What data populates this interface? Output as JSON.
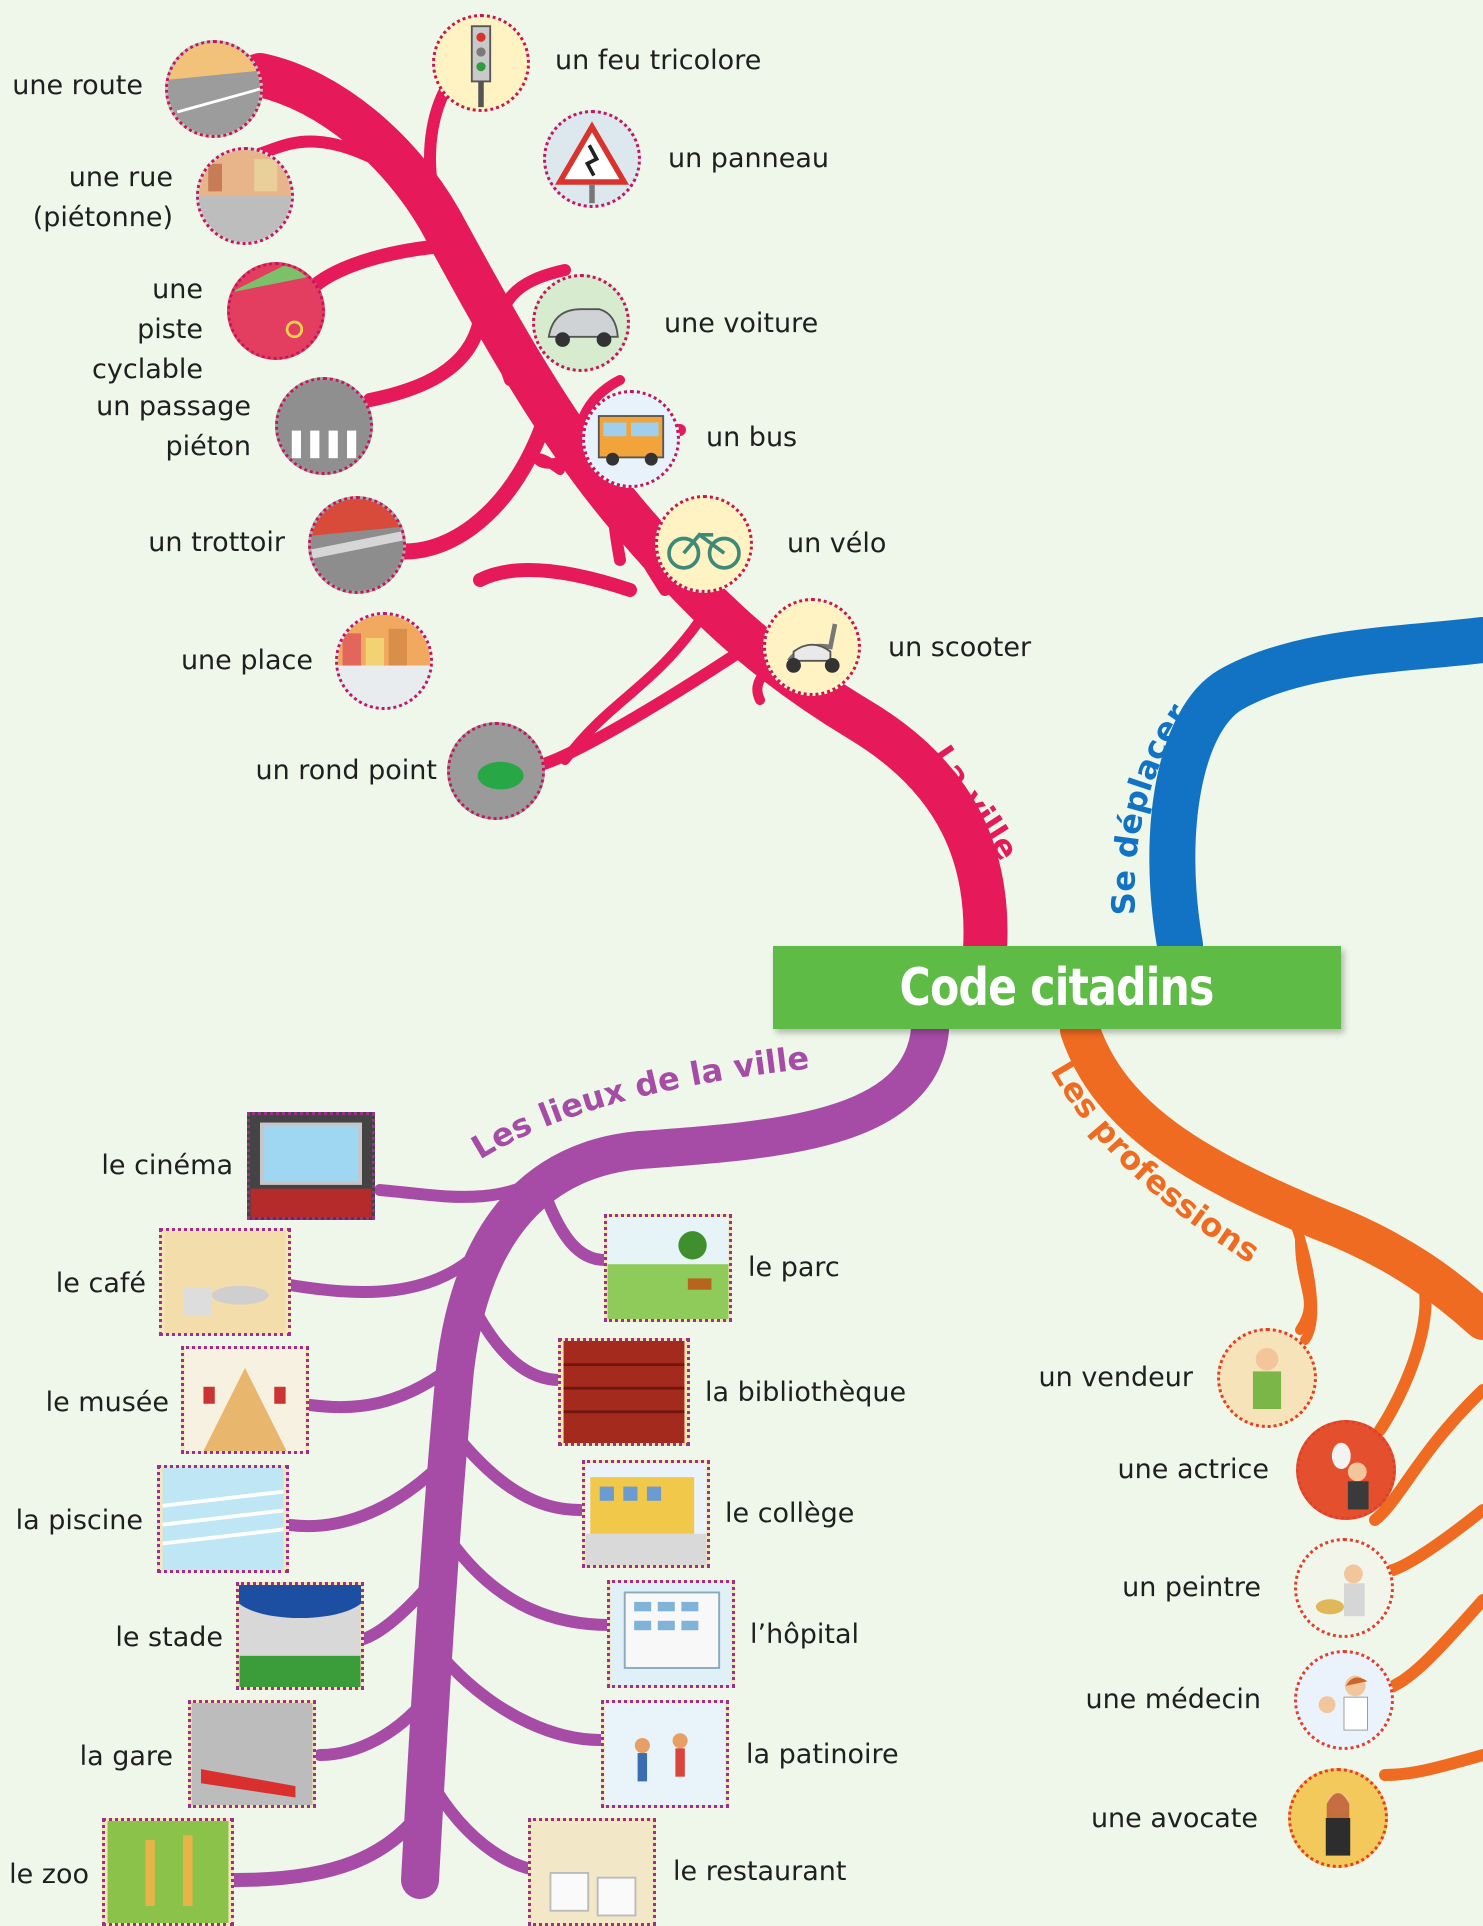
{
  "center_title": "Code citadins",
  "branches": {
    "ville": {
      "title": "La ville",
      "color": "#e6195b"
    },
    "deplacer": {
      "title": "Se déplacer",
      "color": "#1273c4"
    },
    "professions": {
      "title": "Les professions",
      "color": "#f06b22"
    },
    "lieux": {
      "title": "Les lieux de la ville",
      "color": "#a64ca6"
    }
  },
  "ville_left": [
    {
      "label": "une route",
      "icon": "road-icon"
    },
    {
      "label": "une rue (piétonne)",
      "icon": "pedestrian-street-icon"
    },
    {
      "label": "une piste cyclable",
      "icon": "bike-lane-icon"
    },
    {
      "label": "un passage piéton",
      "icon": "crosswalk-icon"
    },
    {
      "label": "un trottoir",
      "icon": "sidewalk-icon"
    },
    {
      "label": "une place",
      "icon": "town-square-icon"
    },
    {
      "label": "un rond point",
      "icon": "roundabout-icon"
    }
  ],
  "ville_right": [
    {
      "label": "un feu tricolore",
      "icon": "traffic-light-icon"
    },
    {
      "label": "un panneau",
      "icon": "road-sign-icon"
    },
    {
      "label": "une voiture",
      "icon": "car-icon"
    },
    {
      "label": "un bus",
      "icon": "bus-icon"
    },
    {
      "label": "un vélo",
      "icon": "bicycle-icon"
    },
    {
      "label": "un scooter",
      "icon": "scooter-icon"
    }
  ],
  "lieux_left": [
    {
      "label": "le cinéma",
      "icon": "cinema-icon"
    },
    {
      "label": "le café",
      "icon": "cafe-icon"
    },
    {
      "label": "le musée",
      "icon": "museum-icon"
    },
    {
      "label": "la piscine",
      "icon": "swimming-pool-icon"
    },
    {
      "label": "le stade",
      "icon": "stadium-icon"
    },
    {
      "label": "la gare",
      "icon": "train-station-icon"
    },
    {
      "label": "le zoo",
      "icon": "zoo-icon"
    }
  ],
  "lieux_right": [
    {
      "label": "le parc",
      "icon": "park-icon"
    },
    {
      "label": "la bibliothèque",
      "icon": "library-icon"
    },
    {
      "label": "le collège",
      "icon": "school-icon"
    },
    {
      "label": "l’hôpital",
      "icon": "hospital-icon"
    },
    {
      "label": "la patinoire",
      "icon": "ice-rink-icon"
    },
    {
      "label": "le restaurant",
      "icon": "restaurant-icon"
    }
  ],
  "professions": [
    {
      "label": "un vendeur",
      "icon": "salesman-icon"
    },
    {
      "label": "une actrice",
      "icon": "actress-icon"
    },
    {
      "label": "un peintre",
      "icon": "painter-icon"
    },
    {
      "label": "une médecin",
      "icon": "doctor-icon"
    },
    {
      "label": "une avocate",
      "icon": "lawyer-icon"
    }
  ]
}
